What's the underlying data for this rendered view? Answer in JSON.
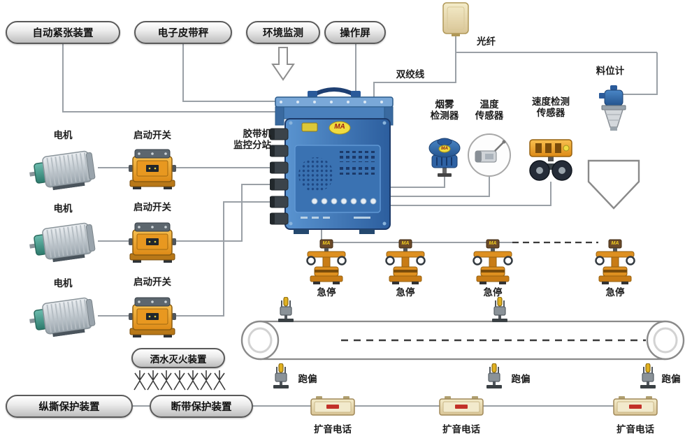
{
  "top_devices": [
    {
      "label": "自动紧张装置"
    },
    {
      "label": "电子皮带秤"
    },
    {
      "label": "环境监测"
    },
    {
      "label": "操作屏"
    }
  ],
  "cables": {
    "fiber": "光纤",
    "twisted_pair": "双绞线"
  },
  "substation": {
    "name": "胶带机\n监控分站"
  },
  "marks": {
    "ma": "MA"
  },
  "sensors": {
    "smoke": "烟雾\n检测器",
    "temperature": "温度\n传感器",
    "speed": "速度检测\n传感器",
    "level": "料位计"
  },
  "motor_rows": [
    {
      "motor": "电机",
      "switch": "启动开关"
    },
    {
      "motor": "电机",
      "switch": "启动开关"
    },
    {
      "motor": "电机",
      "switch": "启动开关"
    }
  ],
  "estop": {
    "label": "急停"
  },
  "belt": {
    "deviation": "跑偏"
  },
  "water_spray": {
    "label": "洒水灭火装置"
  },
  "protections": [
    {
      "label": "纵撕保护装置"
    },
    {
      "label": "断带保护装置"
    }
  ],
  "phones": {
    "label": "扩音电话"
  }
}
